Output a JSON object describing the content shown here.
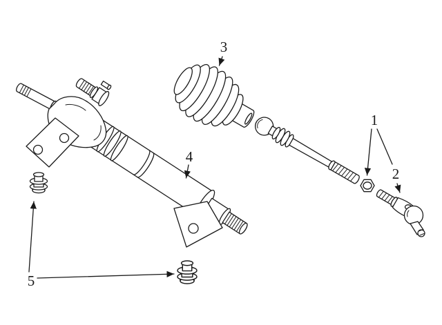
{
  "diagram": {
    "kind": "exploded-parts-line-drawing",
    "background": "#ffffff",
    "line_color": "#1a1a1a",
    "callouts": [
      {
        "label": "1"
      },
      {
        "label": "2"
      },
      {
        "label": "3"
      },
      {
        "label": "4"
      },
      {
        "label": "5"
      }
    ]
  }
}
